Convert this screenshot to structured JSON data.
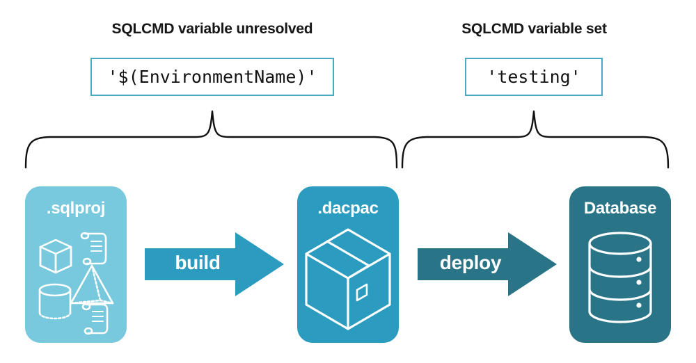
{
  "colors": {
    "light_blue": "#78C9DE",
    "mid_teal": "#2B9CBF",
    "dark_teal": "#2A7487",
    "box_border": "#49A8C4",
    "text_dark": "#161616",
    "white": "#FFFFFF"
  },
  "headings": {
    "left": "SQLCMD variable unresolved",
    "right": "SQLCMD variable set"
  },
  "code_values": {
    "left": "'$(EnvironmentName)'",
    "right": "'testing'"
  },
  "panels": [
    {
      "id": "sqlproj",
      "title": ".sqlproj",
      "fill": "#78C9DE",
      "icons": [
        "cube-icon",
        "scroll-icon",
        "pyramid-icon",
        "cylinder-icon",
        "scroll-icon"
      ]
    },
    {
      "id": "dacpac",
      "title": ".dacpac",
      "fill": "#2B9CBF",
      "icons": [
        "package-box-icon"
      ]
    },
    {
      "id": "database",
      "title": "Database",
      "fill": "#2A7487",
      "icons": [
        "database-cylinder-icon"
      ]
    }
  ],
  "arrows": [
    {
      "id": "build",
      "label": "build",
      "fill": "#2B9CBF"
    },
    {
      "id": "deploy",
      "label": "deploy",
      "fill": "#2A7487"
    }
  ]
}
